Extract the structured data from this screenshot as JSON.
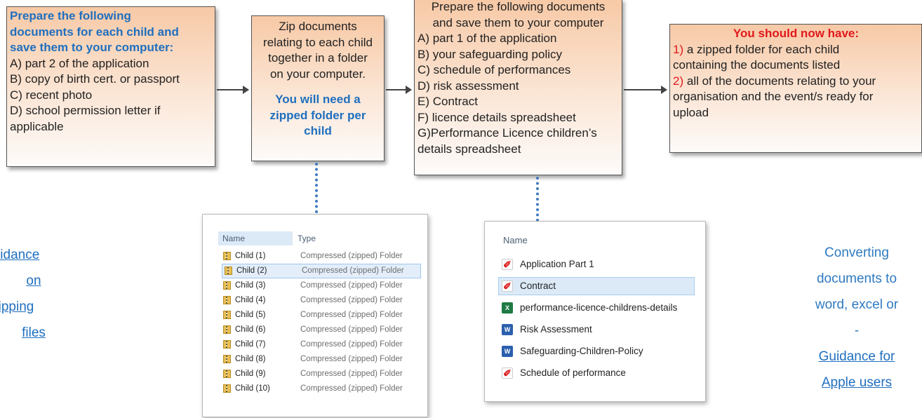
{
  "box1": {
    "heading": [
      "Prepare the following",
      "documents for each child and",
      "save them to your computer:"
    ],
    "items": [
      "A) part 2 of the application",
      "B) copy of birth cert. or passport",
      "C) recent photo",
      "D) school permission letter if",
      "applicable"
    ]
  },
  "box2": {
    "lines": [
      "Zip documents",
      "relating to each child",
      "together in a folder",
      "on your computer."
    ],
    "note": [
      "You will need a",
      "zipped folder per",
      "child"
    ]
  },
  "box3": {
    "title": [
      "Prepare the following documents",
      "and save them to your computer"
    ],
    "items": [
      "A) part 1 of the application",
      "B) your safeguarding policy",
      "C) schedule of performances",
      "D) risk assessment",
      "E) Contract",
      "F) licence details spreadsheet",
      "G)Performance Licence children’s",
      "details spreadsheet"
    ]
  },
  "box4": {
    "heading": "You should now have:",
    "item1_num": "1)",
    "item1": [
      "a zipped folder for each child",
      "containing the documents listed"
    ],
    "item2_num": "2)",
    "item2": [
      "all of the documents relating to your",
      "organisation and the event/s ready for",
      "upload"
    ]
  },
  "zip_explorer": {
    "col_name": "Name",
    "col_type": "Type",
    "rows": [
      {
        "name": "Child (1)",
        "type": "Compressed (zipped) Folder"
      },
      {
        "name": "Child (2)",
        "type": "Compressed (zipped) Folder"
      },
      {
        "name": "Child (3)",
        "type": "Compressed (zipped) Folder"
      },
      {
        "name": "Child (4)",
        "type": "Compressed (zipped) Folder"
      },
      {
        "name": "Child (5)",
        "type": "Compressed (zipped) Folder"
      },
      {
        "name": "Child (6)",
        "type": "Compressed (zipped) Folder"
      },
      {
        "name": "Child (7)",
        "type": "Compressed (zipped) Folder"
      },
      {
        "name": "Child (8)",
        "type": "Compressed (zipped) Folder"
      },
      {
        "name": "Child (9)",
        "type": "Compressed (zipped) Folder"
      },
      {
        "name": "Child (10)",
        "type": "Compressed (zipped) Folder"
      }
    ],
    "selected_index": 1,
    "icon": "zip-folder-icon"
  },
  "file_explorer": {
    "col_name": "Name",
    "files": [
      {
        "name": "Application Part 1",
        "icon": "pdf-icon"
      },
      {
        "name": "Contract",
        "icon": "pdf-icon"
      },
      {
        "name": "performance-licence-childrens-details",
        "icon": "excel-icon"
      },
      {
        "name": "Risk Assessment",
        "icon": "word-icon"
      },
      {
        "name": "Safeguarding-Children-Policy",
        "icon": "word-icon"
      },
      {
        "name": "Schedule of performance",
        "icon": "pdf-icon"
      }
    ],
    "selected_index": 1
  },
  "left_link": {
    "lines": [
      "uidance",
      "on",
      "ipping",
      "files"
    ]
  },
  "right_text": {
    "line1": "Converting",
    "line2": "documents to",
    "line3": "word, excel or",
    "line4_prefix": "- ",
    "link_line1": "Guidance for",
    "link_line2": "Apple users"
  },
  "colors": {
    "heading_blue": "#1f6fbf",
    "accent_red": "#e0191c",
    "box_gradient_top": "#f7c9a6",
    "connector_blue": "#3e7bbf"
  }
}
